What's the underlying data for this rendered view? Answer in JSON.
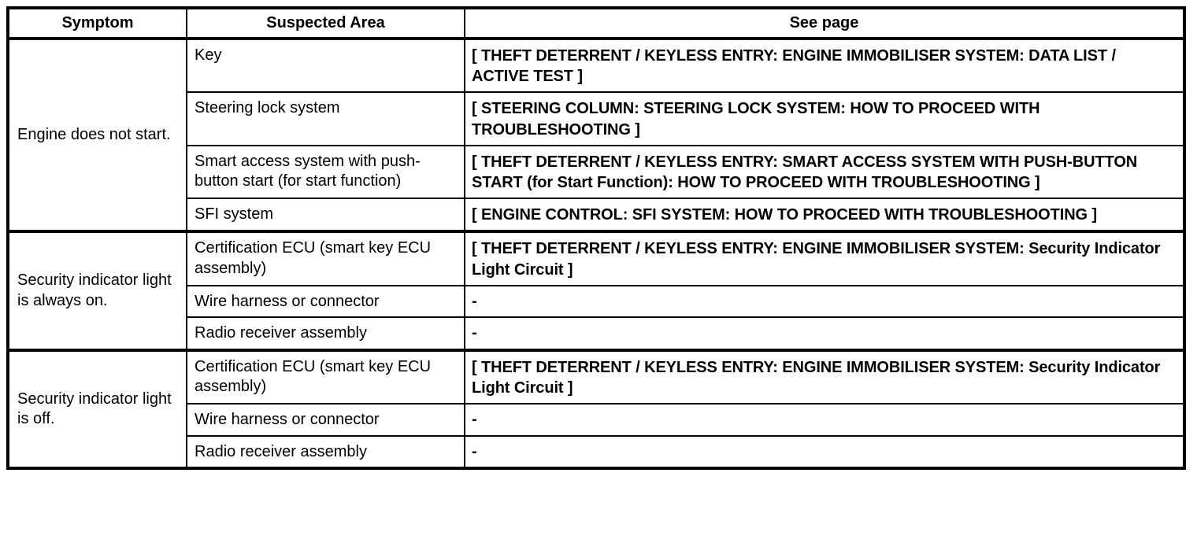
{
  "table": {
    "headers": {
      "symptom": "Symptom",
      "suspected_area": "Suspected Area",
      "see_page": "See page"
    },
    "groups": [
      {
        "symptom": "Engine does not start.",
        "rows": [
          {
            "suspected_area": "Key",
            "see_page": "[ THEFT DETERRENT / KEYLESS ENTRY: ENGINE IMMOBILISER SYSTEM: DATA LIST / ACTIVE TEST ]"
          },
          {
            "suspected_area": "Steering lock system",
            "see_page": "[ STEERING COLUMN: STEERING LOCK SYSTEM: HOW TO PROCEED WITH TROUBLESHOOTING ]"
          },
          {
            "suspected_area": "Smart access system with push-button start (for start function)",
            "see_page": "[ THEFT DETERRENT / KEYLESS ENTRY: SMART ACCESS SYSTEM WITH PUSH-BUTTON START (for Start Function): HOW TO PROCEED WITH TROUBLESHOOTING ]"
          },
          {
            "suspected_area": "SFI system",
            "see_page": "[ ENGINE CONTROL: SFI SYSTEM: HOW TO PROCEED WITH TROUBLESHOOTING ]"
          }
        ]
      },
      {
        "symptom": "Security indicator light is always on.",
        "rows": [
          {
            "suspected_area": "Certification ECU (smart key ECU assembly)",
            "see_page": "[ THEFT DETERRENT / KEYLESS ENTRY: ENGINE IMMOBILISER SYSTEM: Security Indicator Light Circuit ]"
          },
          {
            "suspected_area": "Wire harness or connector",
            "see_page": "-"
          },
          {
            "suspected_area": "Radio receiver assembly",
            "see_page": "-"
          }
        ]
      },
      {
        "symptom": "Security indicator light is off.",
        "rows": [
          {
            "suspected_area": "Certification ECU (smart key ECU assembly)",
            "see_page": "[ THEFT DETERRENT / KEYLESS ENTRY: ENGINE IMMOBILISER SYSTEM: Security Indicator Light Circuit ]"
          },
          {
            "suspected_area": "Wire harness or connector",
            "see_page": "-"
          },
          {
            "suspected_area": "Radio receiver assembly",
            "see_page": "-"
          }
        ]
      }
    ]
  },
  "colors": {
    "border": "#000000",
    "text": "#000000",
    "background": "#ffffff"
  }
}
